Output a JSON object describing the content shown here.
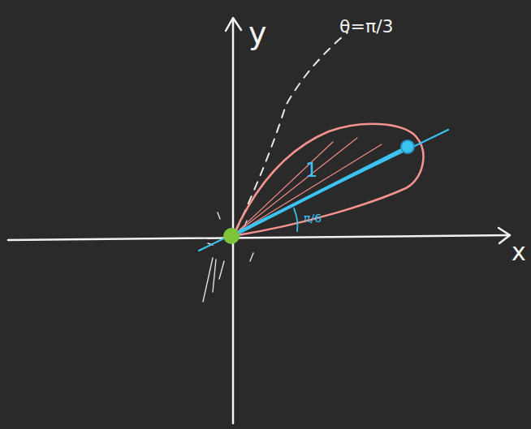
{
  "diagram": {
    "labels": [
      "y",
      "x",
      "θ=π/3",
      "1",
      "π/6"
    ]
  }
}
